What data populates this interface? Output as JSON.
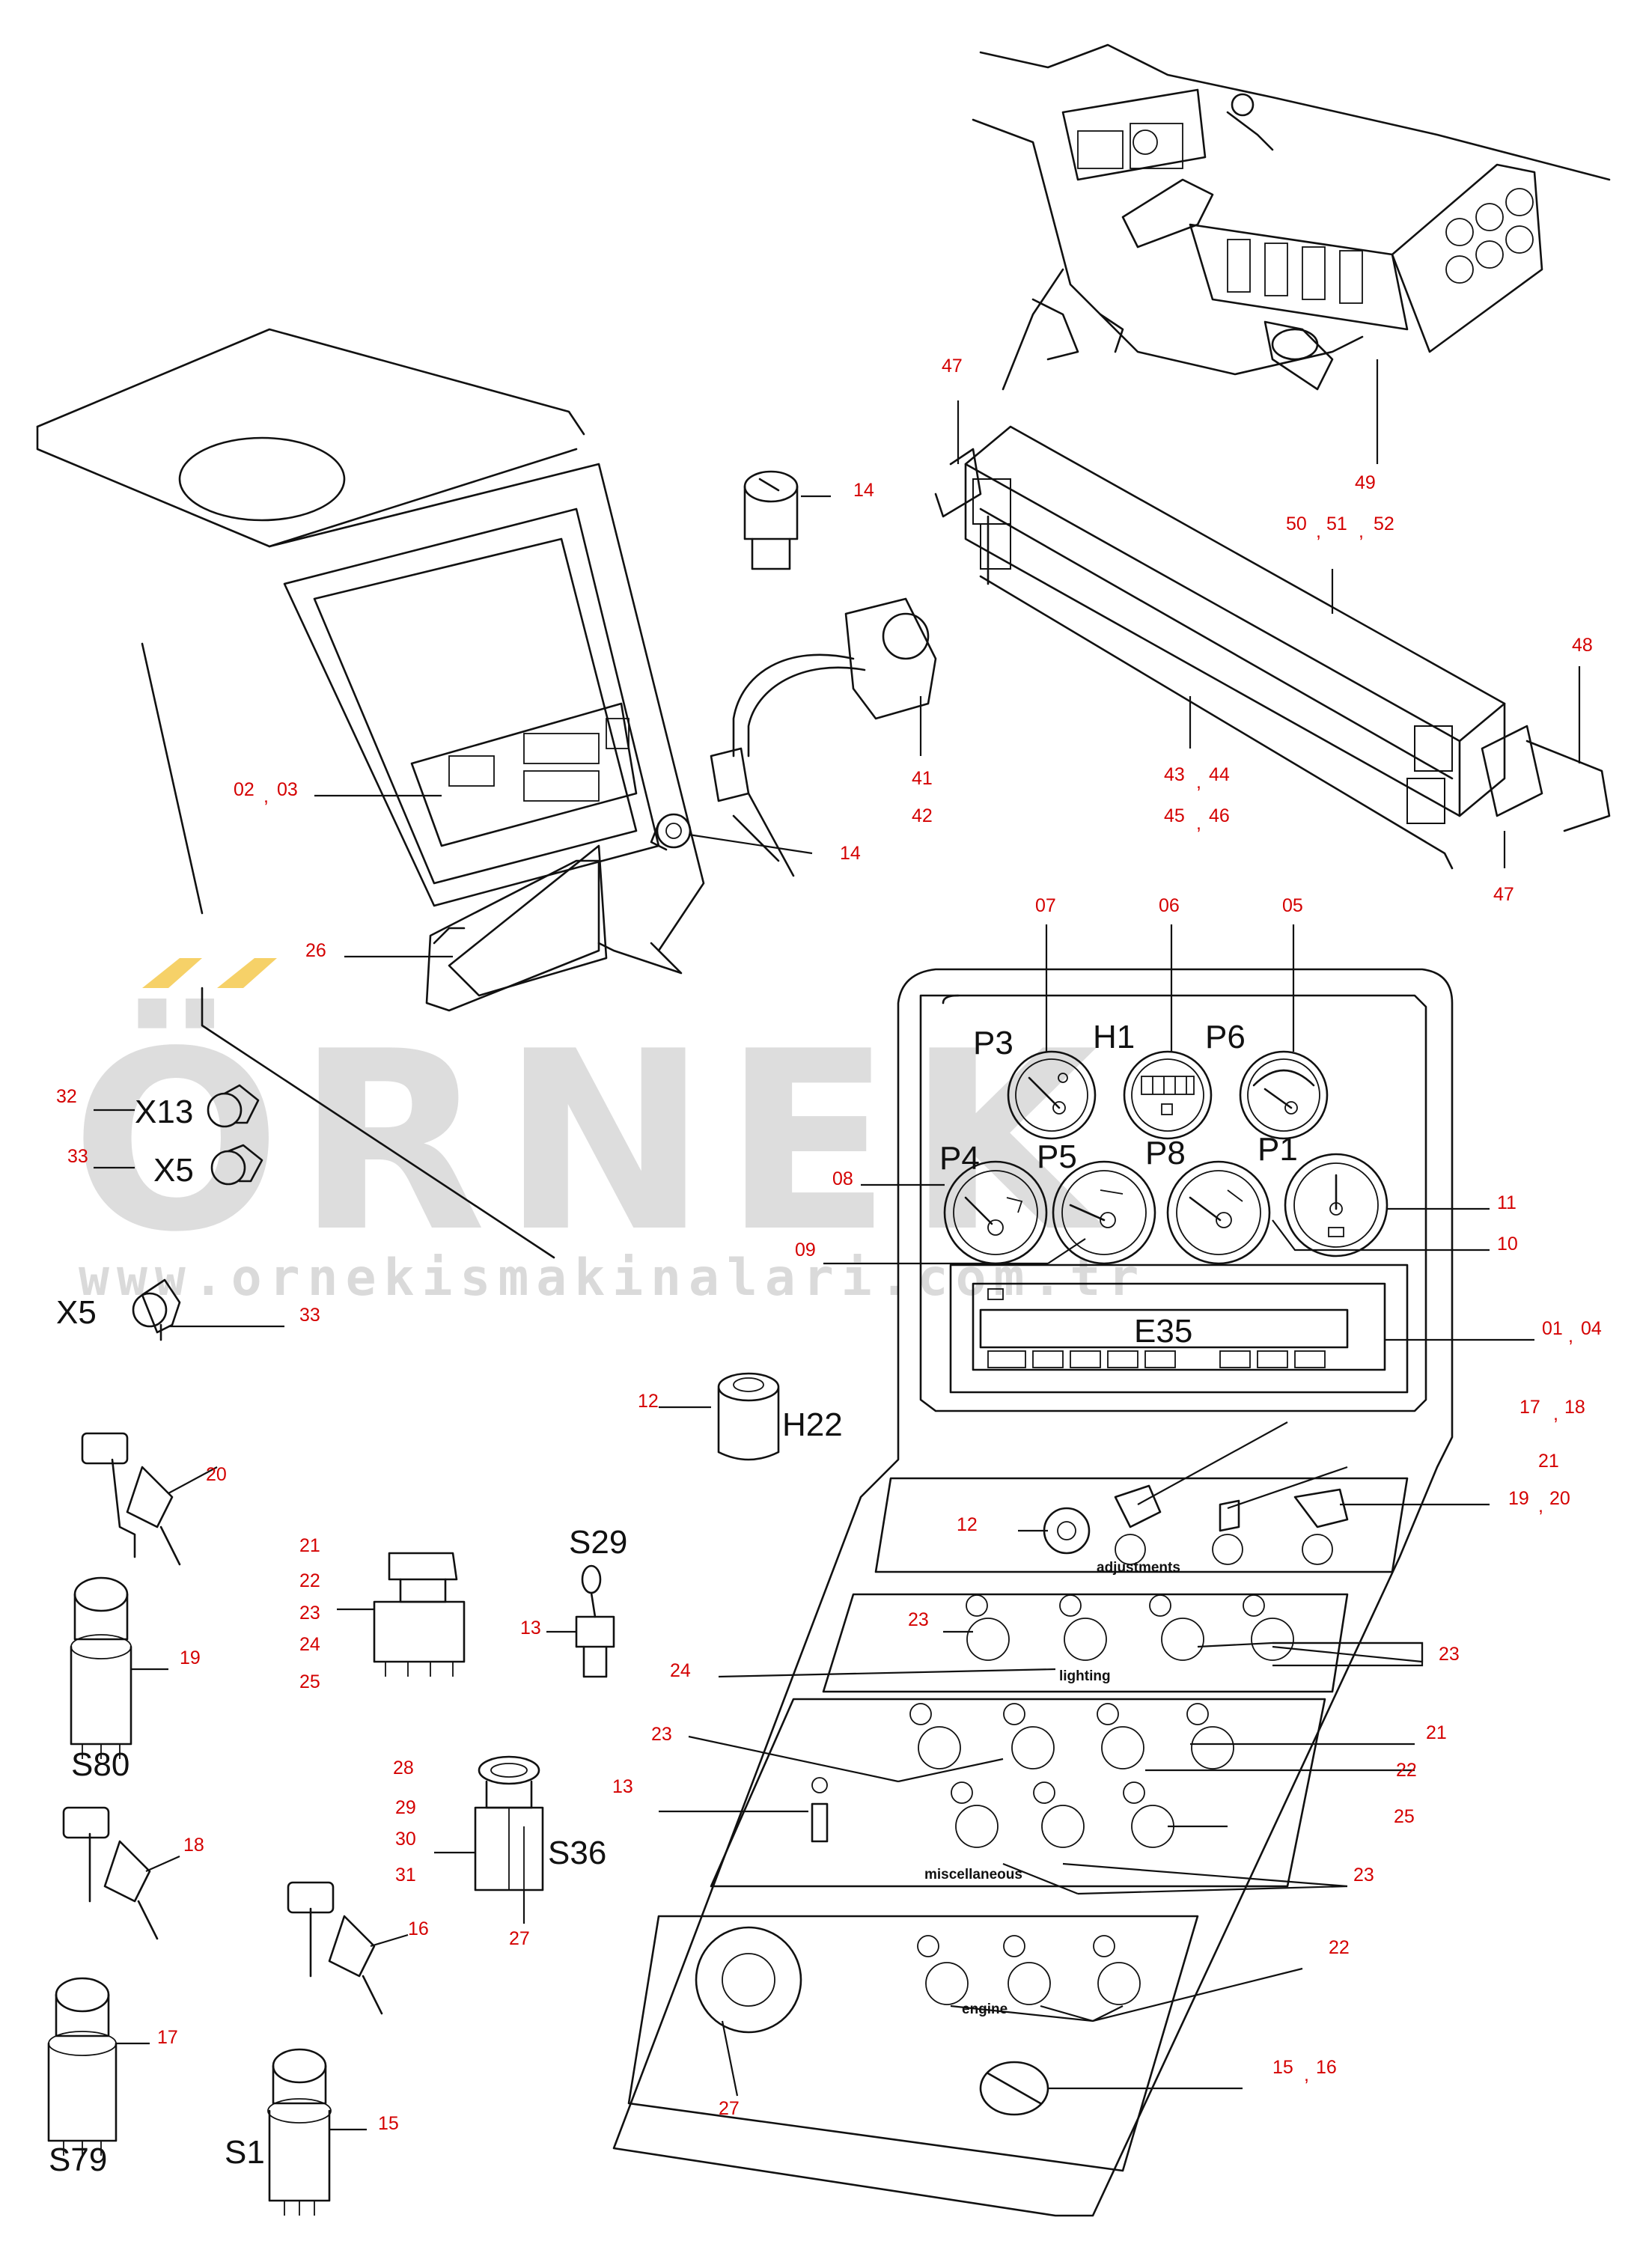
{
  "watermark": {
    "brand": "ÖRNEK",
    "url": "www.ornekismakinalari.com.tr",
    "accent": "#f4c542"
  },
  "panel_labels": {
    "adjustments": "adjustments",
    "lighting": "lighting",
    "miscellaneous": "miscellaneous",
    "engine": "engine"
  },
  "display_text": "E35",
  "component_tags": {
    "p3": "P3",
    "h1": "H1",
    "p6": "P6",
    "p4": "P4",
    "p5": "P5",
    "p8": "P8",
    "p1": "P1",
    "x13": "X13",
    "x5a": "X5",
    "x5b": "X5",
    "h22": "H22",
    "s29": "S29",
    "s36": "S36",
    "s80": "S80",
    "s79": "S79",
    "s1": "S1"
  },
  "callouts": {
    "c47a": "47",
    "c49": "49",
    "c50": "50",
    "c51": "51",
    "c52": "52",
    "c48": "48",
    "c43": "43",
    "c44": "44",
    "c45": "45",
    "c46": "46",
    "c47b": "47",
    "c14a": "14",
    "c41": "41",
    "c42": "42",
    "c14b": "14",
    "c02": "02",
    "c03": "03",
    "c26": "26",
    "c07": "07",
    "c06": "06",
    "c05": "05",
    "c08": "08",
    "c11": "11",
    "c09": "09",
    "c10": "10",
    "c01": "01",
    "c04": "04",
    "c32": "32",
    "c33a": "33",
    "c33b": "33",
    "c12a": "12",
    "c17a": "17",
    "c18a": "18",
    "c21a": "21",
    "c19a": "19",
    "c20a": "20",
    "c12b": "12",
    "c23a": "23",
    "c24a": "24",
    "c23b": "23",
    "c23c": "23",
    "c21b": "21",
    "c22a": "22",
    "c13a": "13",
    "c25a": "25",
    "c23d": "23",
    "c22b": "22",
    "c27a": "27",
    "c15a": "15",
    "c16a": "16",
    "c20b": "20",
    "c19b": "19",
    "c21c": "21",
    "c22c": "22",
    "c23e": "23",
    "c24b": "24",
    "c25b": "25",
    "c13b": "13",
    "c28": "28",
    "c29": "29",
    "c30": "30",
    "c31": "31",
    "c27b": "27",
    "c18b": "18",
    "c17b": "17",
    "c16b": "16",
    "c15b": "15"
  }
}
